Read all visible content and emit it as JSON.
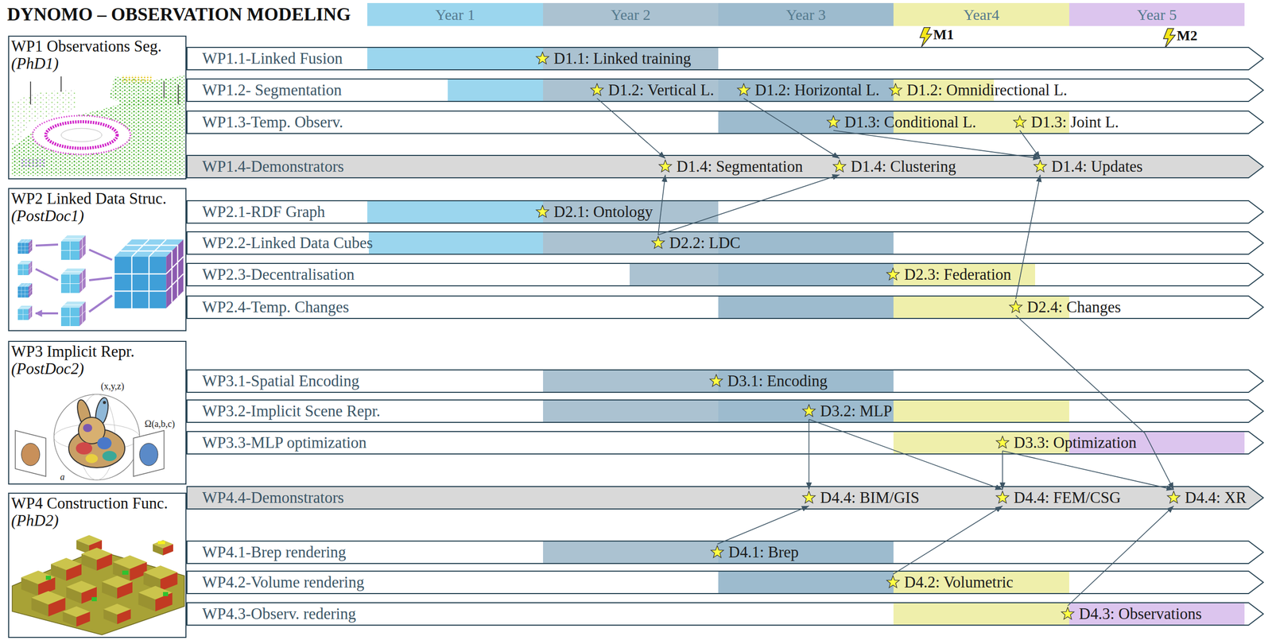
{
  "diagram": {
    "title": "DYNOMO – OBSERVATION MODELING",
    "nodes": [
      {
        "text": [
          "Year 1"
        ]
      },
      {
        "text": [
          "Year 2"
        ]
      },
      {
        "text": [
          "Year 3"
        ]
      },
      {
        "text": [
          "Year4"
        ]
      },
      {
        "text": [
          "Year 5"
        ]
      },
      {
        "text": [
          "WP1 Observations Seg.",
          "(PhD1)"
        ]
      },
      {
        "text": [
          "WP1.1-Linked Fusion"
        ]
      },
      {
        "text": [
          "D1.1: Linked training"
        ],
        "in": 6
      },
      {
        "text": [
          "WP1.2- Segmentation"
        ]
      },
      {
        "text": [
          "D1.2: Vertical L."
        ],
        "in": 8
      },
      {
        "text": [
          "D1.2: Horizontal L."
        ],
        "in": 8
      },
      {
        "text": [
          "D1.2: Omnidirectional L."
        ],
        "in": 8
      },
      {
        "text": [
          "WP1.3-Temp. Observ."
        ]
      },
      {
        "text": [
          "D1.3: Conditional L."
        ],
        "in": 12
      },
      {
        "text": [
          "D1.3: Joint L."
        ],
        "in": 12
      },
      {
        "text": [
          "WP1.4-Demonstrators"
        ]
      },
      {
        "text": [
          "D1.4: Segmentation"
        ],
        "in": 15
      },
      {
        "text": [
          "D1.4: Clustering"
        ],
        "in": 15
      },
      {
        "text": [
          "D1.4: Updates"
        ],
        "in": 15
      },
      {
        "text": [
          "WP2 Linked Data Struc.",
          "(PostDoc1)"
        ]
      },
      {
        "text": [
          "WP2.1-RDF Graph"
        ]
      },
      {
        "text": [
          "D2.1: Ontology"
        ],
        "in": 20
      },
      {
        "text": [
          "WP2.2-Linked Data Cubes"
        ]
      },
      {
        "text": [
          "D2.2: LDC"
        ],
        "in": 22
      },
      {
        "text": [
          "WP2.3-Decentralisation"
        ]
      },
      {
        "text": [
          "D2.3: Federation"
        ],
        "in": 24
      },
      {
        "text": [
          "WP2.4-Temp. Changes"
        ]
      },
      {
        "text": [
          "D2.4: Changes"
        ],
        "in": 26
      },
      {
        "text": [
          "WP3 Implicit Repr.",
          "(PostDoc2)"
        ]
      },
      {
        "text": [
          "WP3.1-Spatial Encoding"
        ]
      },
      {
        "text": [
          "D3.1: Encoding"
        ],
        "in": 29
      },
      {
        "text": [
          "WP3.2-Implicit Scene Repr."
        ]
      },
      {
        "text": [
          "D3.2: MLP"
        ],
        "in": 31
      },
      {
        "text": [
          "WP3.3-MLP optimization"
        ]
      },
      {
        "text": [
          "D3.3: Optimization"
        ],
        "in": 33
      },
      {
        "text": [
          "WP4 Construction Func.",
          "(PhD2)"
        ]
      },
      {
        "text": [
          "WP4.4-Demonstrators"
        ]
      },
      {
        "text": [
          "D4.4: BIM/GIS"
        ],
        "in": 36
      },
      {
        "text": [
          "D4.4: FEM/CSG"
        ],
        "in": 36
      },
      {
        "text": [
          "D4.4: XR"
        ],
        "in": 36
      },
      {
        "text": [
          "WP4.1-Brep rendering"
        ]
      },
      {
        "text": [
          "D4.1: Brep"
        ],
        "in": 40
      },
      {
        "text": [
          "WP4.2-Volume rendering"
        ]
      },
      {
        "text": [
          "D4.2: Volumetric"
        ],
        "in": 42
      },
      {
        "text": [
          "WP4.3-Observ. redering"
        ]
      },
      {
        "text": [
          "D4.3: Observations"
        ],
        "in": 44
      }
    ],
    "edges": [
      {
        "from": 9,
        "to": 16,
        "arrow": "to"
      },
      {
        "from": 10,
        "to": 17,
        "arrow": "to"
      },
      {
        "from": 13,
        "to": 18,
        "arrow": "to"
      },
      {
        "from": 14,
        "to": 18,
        "arrow": "to"
      },
      {
        "from": 23,
        "to": 16,
        "arrow": "to"
      },
      {
        "from": 23,
        "to": 17,
        "arrow": "to"
      },
      {
        "from": 27,
        "to": 18,
        "arrow": "to"
      },
      {
        "from": 27,
        "to": 39,
        "arrow": "to"
      },
      {
        "from": 32,
        "to": 37,
        "arrow": "to"
      },
      {
        "from": 32,
        "to": 38,
        "arrow": "to"
      },
      {
        "from": 34,
        "to": 38,
        "arrow": "to"
      },
      {
        "from": 34,
        "to": 39,
        "arrow": "to"
      },
      {
        "from": 41,
        "to": 37,
        "arrow": "to"
      },
      {
        "from": 43,
        "to": 38,
        "arrow": "to"
      },
      {
        "from": 45,
        "to": 39,
        "arrow": "to"
      }
    ],
    "labels": [
      "M1",
      "M2",
      "(x,y,z)",
      "Ω(a,b,c)",
      "a"
    ]
  }
}
